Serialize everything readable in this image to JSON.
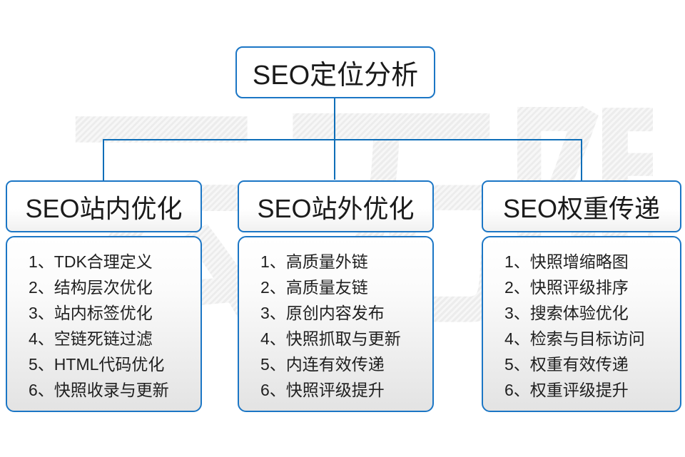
{
  "watermark": "云无限",
  "root": {
    "title": "SEO定位分析"
  },
  "branches": [
    {
      "title": "SEO站内优化",
      "items": [
        "1、TDK合理定义",
        "2、结构层次优化",
        "3、站内标签优化",
        "4、空链死链过滤",
        "5、HTML代码优化",
        "6、快照收录与更新"
      ]
    },
    {
      "title": "SEO站外优化",
      "items": [
        "1、高质量外链",
        "2、高质量友链",
        "3、原创内容发布",
        "4、快照抓取与更新",
        "5、内连有效传递",
        "6、快照评级提升"
      ]
    },
    {
      "title": "SEO权重传递",
      "items": [
        "1、快照增缩略图",
        "2、快照评级排序",
        "3、搜索体验优化",
        "4、检索与目标访问",
        "5、权重有效传递",
        "6、权重评级提升"
      ]
    }
  ],
  "colors": {
    "box_border_blue": "#1b76c5",
    "connector_blue": "#0e6eb8",
    "text": "#1f1f1f",
    "watermark_gray": "#ececec",
    "list_gradient_bottom": "#e3e3e3"
  }
}
